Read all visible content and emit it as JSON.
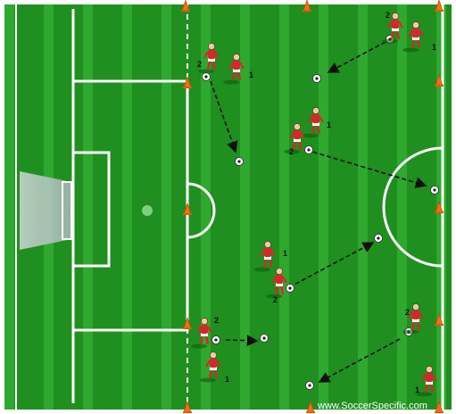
{
  "diagram": {
    "watermark": "www.SoccerSpecific.com",
    "colors": {
      "grass_dark": "#1f8f1f",
      "grass_light": "#2fa82f",
      "line": "#ffffff",
      "cone": "#ff6a13",
      "shirt": "#d8262b",
      "shorts": "#ffffff",
      "arrow": "#111111"
    },
    "player_numbers": {
      "one": "1",
      "two": "2"
    }
  }
}
